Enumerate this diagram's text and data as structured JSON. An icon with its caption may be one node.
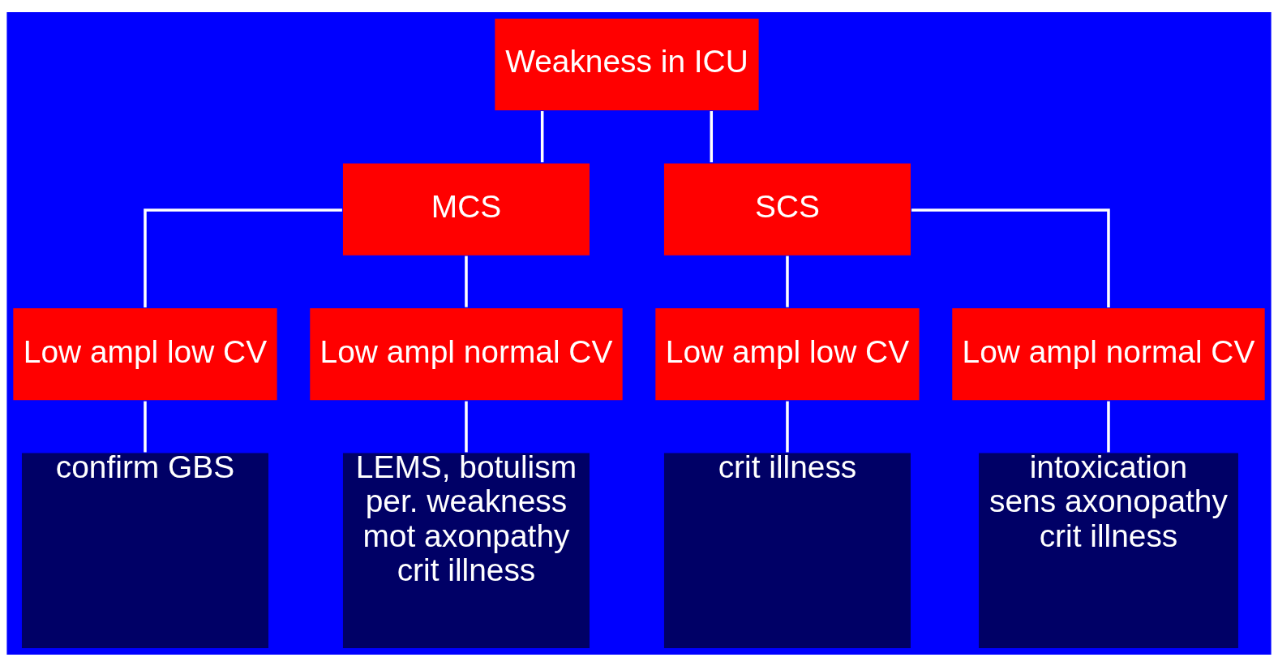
{
  "diagram": {
    "nodes": [
      {
        "text": [
          "Weakness in ICU"
        ]
      },
      {
        "text": [
          "MCS"
        ]
      },
      {
        "text": [
          "SCS"
        ]
      },
      {
        "text": [
          "Low ampl low CV"
        ]
      },
      {
        "text": [
          "Low ampl normal CV"
        ]
      },
      {
        "text": [
          "Low ampl low CV"
        ]
      },
      {
        "text": [
          "Low ampl normal CV"
        ]
      },
      {
        "text": [
          "confirm GBS"
        ]
      },
      {
        "text": [
          "LEMS, botulism",
          "per. weakness",
          "mot axonpathy",
          "crit illness"
        ]
      },
      {
        "text": [
          "crit illness"
        ]
      },
      {
        "text": [
          "intoxication",
          "sens axonopathy",
          "crit illness"
        ]
      }
    ],
    "edges": [
      {
        "from": 0,
        "to": 1,
        "arrow": "none"
      },
      {
        "from": 0,
        "to": 2,
        "arrow": "none"
      },
      {
        "from": 1,
        "to": 3,
        "arrow": "none"
      },
      {
        "from": 1,
        "to": 4,
        "arrow": "none"
      },
      {
        "from": 2,
        "to": 5,
        "arrow": "none"
      },
      {
        "from": 2,
        "to": 6,
        "arrow": "none"
      },
      {
        "from": 3,
        "to": 7,
        "arrow": "none"
      },
      {
        "from": 4,
        "to": 8,
        "arrow": "none"
      },
      {
        "from": 5,
        "to": 9,
        "arrow": "none"
      },
      {
        "from": 6,
        "to": 10,
        "arrow": "none"
      }
    ]
  }
}
